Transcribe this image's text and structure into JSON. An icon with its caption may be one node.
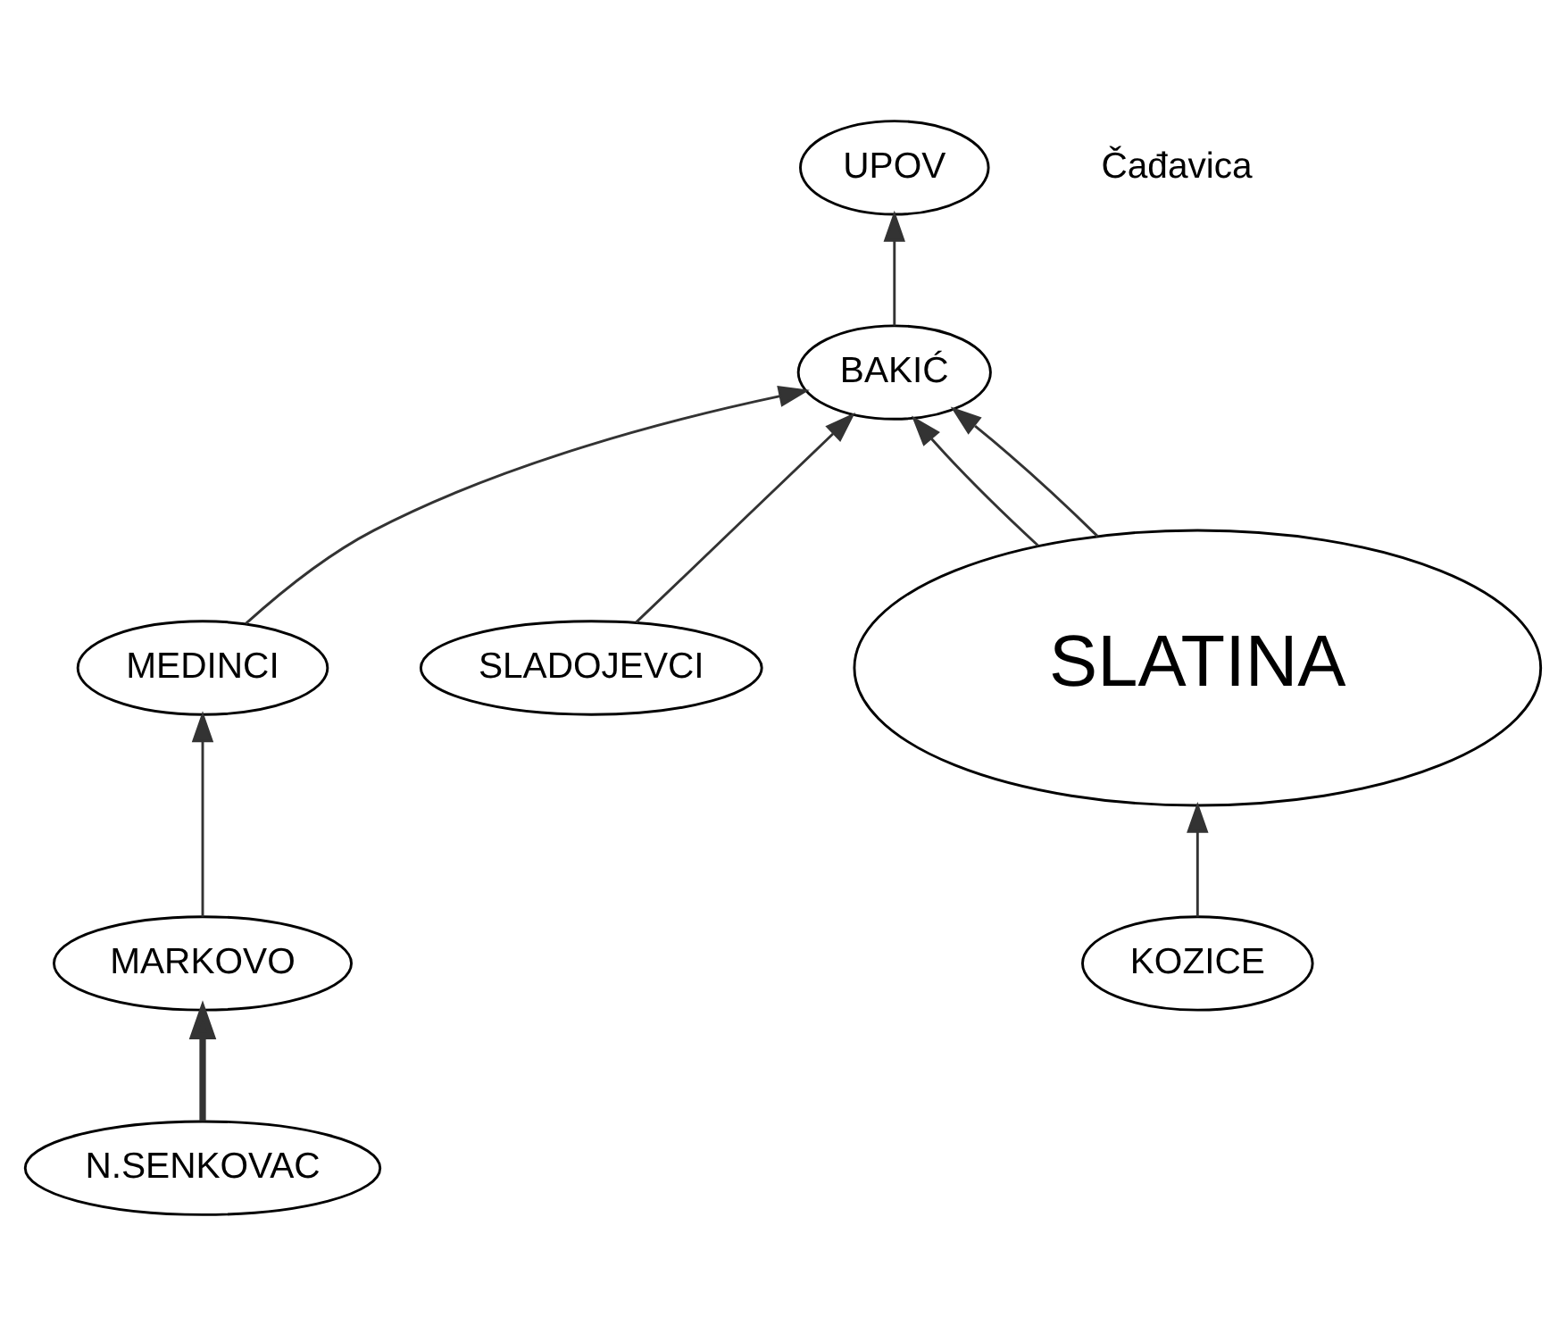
{
  "diagram": {
    "nodes": [
      {
        "text": [
          "UPOV"
        ]
      },
      {
        "text": [
          "BAKIĆ"
        ]
      },
      {
        "text": [
          "MARKOVO"
        ]
      },
      {
        "text": [
          "N.SENKOVAC"
        ]
      },
      {
        "text": [
          "MEDINCI"
        ]
      },
      {
        "text": [
          "SLADOJEVCI"
        ]
      },
      {
        "text": [
          "SLATINA"
        ]
      },
      {
        "text": [
          "KOZICE"
        ]
      }
    ],
    "edges": [
      {
        "from": 1,
        "to": 0,
        "arrow": "to"
      },
      {
        "from": 6,
        "to": 1,
        "arrow": "to"
      },
      {
        "from": 6,
        "to": 1,
        "arrow": "to"
      },
      {
        "from": 4,
        "to": 1,
        "arrow": "to"
      },
      {
        "from": 5,
        "to": 1,
        "arrow": "to"
      },
      {
        "from": 3,
        "to": 2,
        "arrow": "to",
        "style": "thick"
      },
      {
        "from": 2,
        "to": 4,
        "arrow": "to"
      },
      {
        "from": 7,
        "to": 6,
        "arrow": "to"
      }
    ],
    "labels": [
      "Čađavica"
    ]
  }
}
